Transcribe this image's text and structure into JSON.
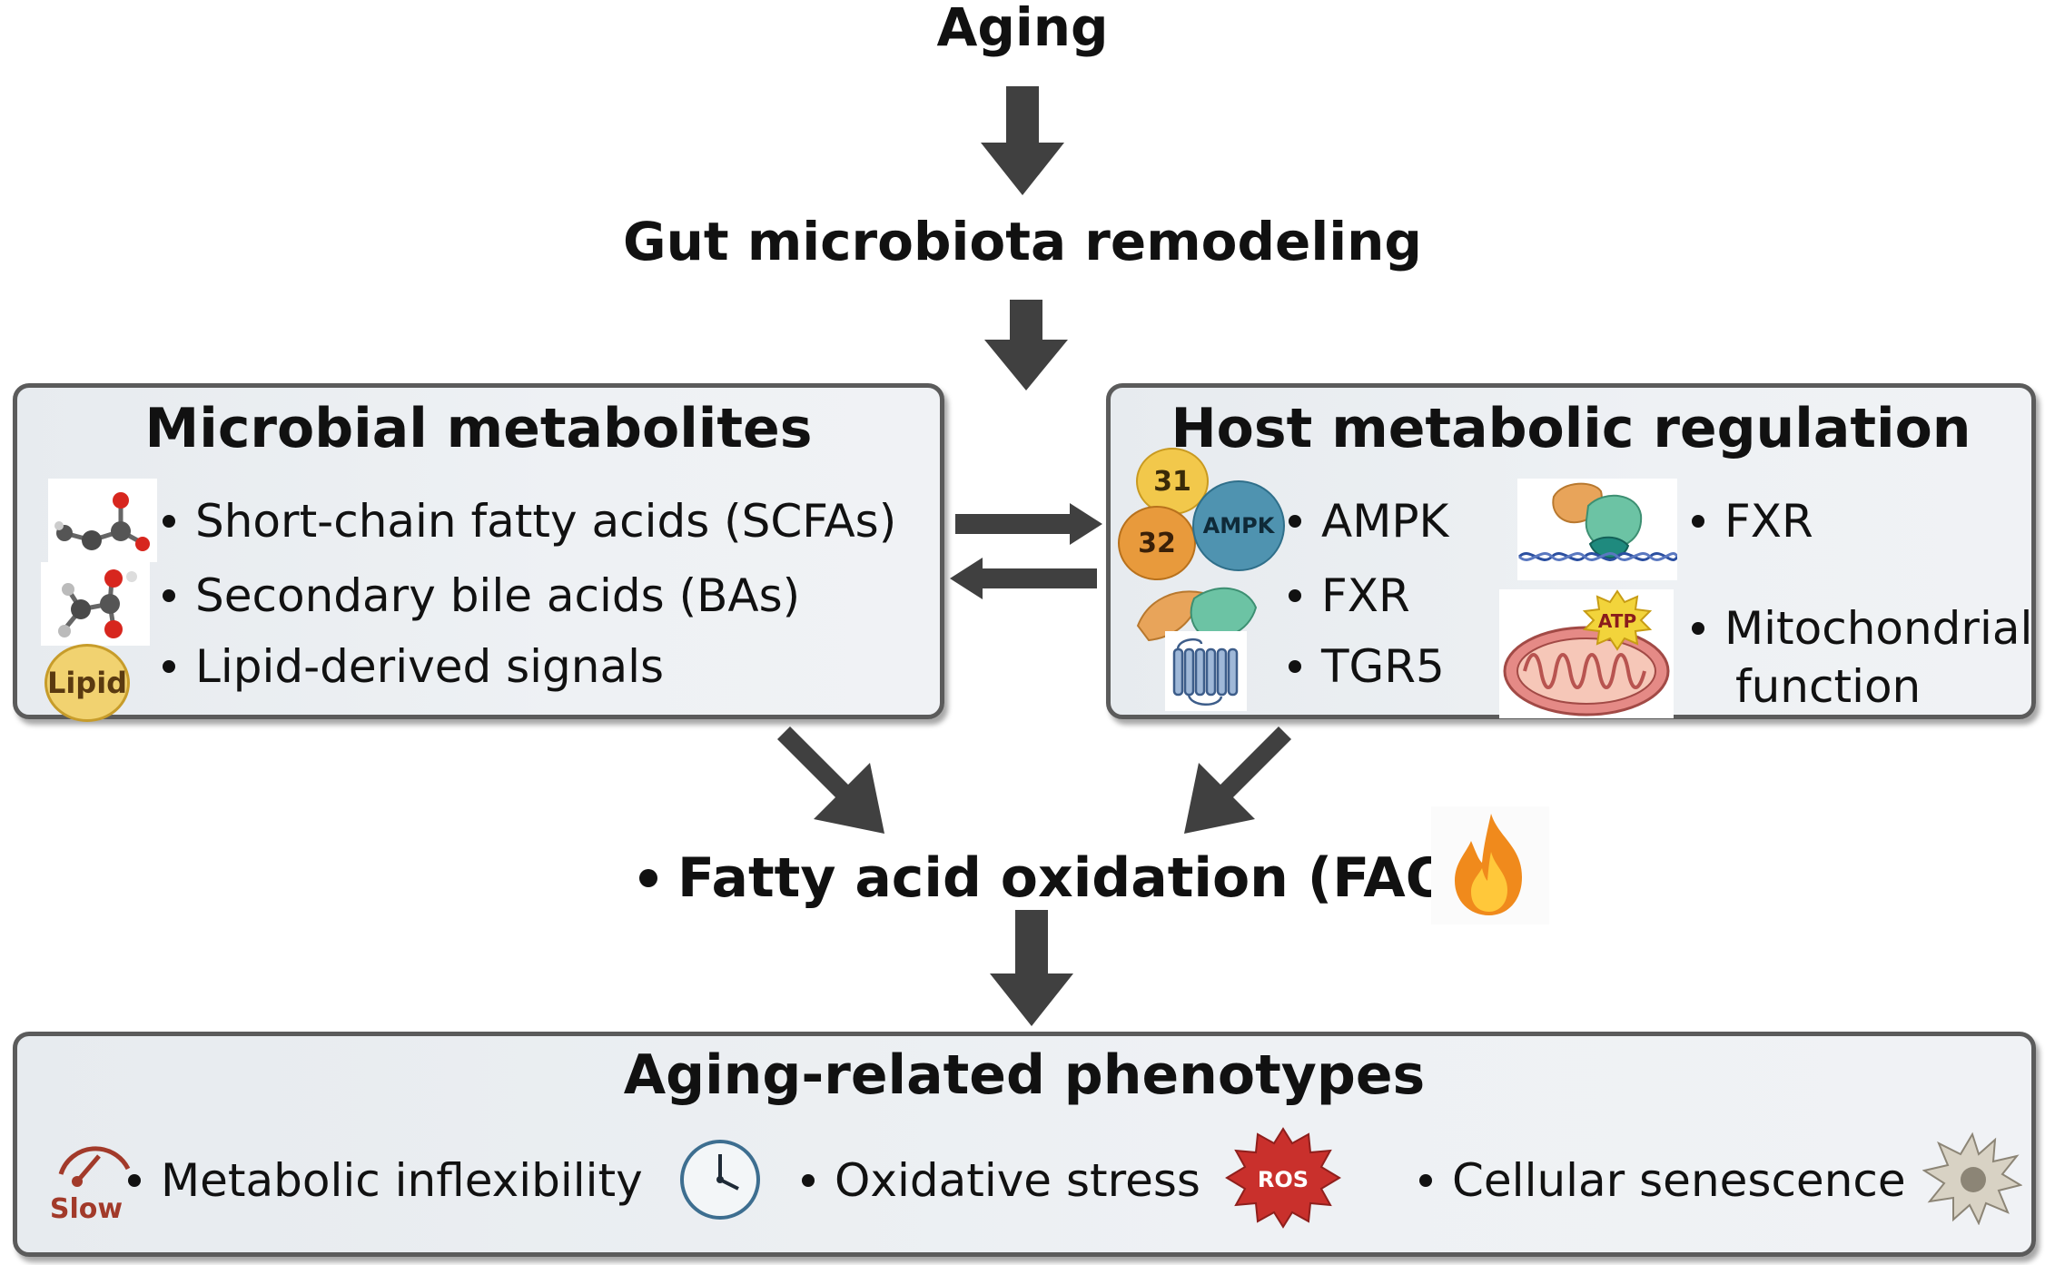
{
  "flow": {
    "top": "Aging",
    "second": "Gut microbiota remodeling",
    "center": "Fatty acid oxidation (FAO)"
  },
  "left_box": {
    "title": "Microbial metabolites",
    "items": [
      {
        "label": "Short-chain fatty acids (SCFAs)",
        "icon": "molecule-icon"
      },
      {
        "label": "Secondary bile acids (BAs)",
        "icon": "molecule-icon"
      },
      {
        "label": "Lipid-derived signals",
        "icon": "lipid-icon"
      }
    ],
    "lipid_icon_text": "Lipid"
  },
  "right_box": {
    "title": "Host metabolic regulation",
    "left_items": [
      "AMPK",
      "FXR",
      "TGR5"
    ],
    "right_items": [
      "FXR",
      "Mitochondrial",
      "function"
    ],
    "ampk_badges": [
      "31",
      "32",
      "AMPK"
    ],
    "atp_text": "ATP"
  },
  "bottom_box": {
    "title": "Aging-related phenotypes",
    "items": [
      "Metabolic inflexibility",
      "Oxidative stress",
      "Cellular senescence"
    ],
    "slow_text": "Slow",
    "ros_text": "ROS"
  },
  "colors": {
    "arrow": "#404040",
    "box_border": "#5b5b5b",
    "box_fill": "#eceff2",
    "ampk_blue": "#4f93b0",
    "badge_yellow": "#f2c84b",
    "badge_orange": "#e89a3c",
    "ros_red": "#c9302c",
    "mito_pink": "#e58a86",
    "flame_orange": "#f08a1c"
  }
}
